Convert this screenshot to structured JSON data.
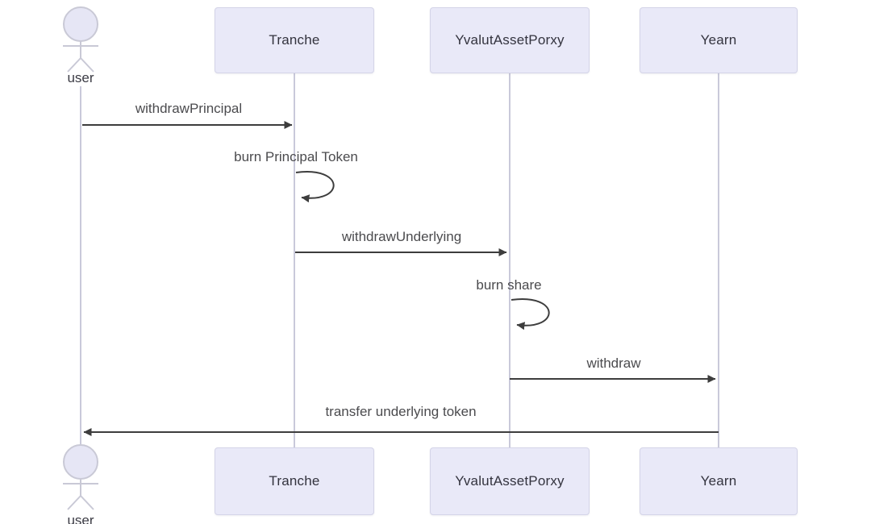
{
  "diagram": {
    "type": "sequence-diagram",
    "description": "Mermaid-style sequence diagram of a principal token withdrawal flow"
  },
  "actors": {
    "user": {
      "label": "user",
      "kind": "actor"
    },
    "tranche": {
      "label": "Tranche",
      "kind": "participant"
    },
    "proxy": {
      "label": "YvalutAssetPorxy",
      "kind": "participant"
    },
    "yearn": {
      "label": "Yearn",
      "kind": "participant"
    }
  },
  "messages": [
    {
      "from": "user",
      "to": "Tranche",
      "label": "withdrawPrincipal",
      "kind": "solid-arrow"
    },
    {
      "from": "Tranche",
      "to": "Tranche",
      "label": "burn Principal Token",
      "kind": "self-loop"
    },
    {
      "from": "Tranche",
      "to": "YvalutAssetPorxy",
      "label": "withdrawUnderlying",
      "kind": "solid-arrow"
    },
    {
      "from": "YvalutAssetPorxy",
      "to": "YvalutAssetPorxy",
      "label": "burn share",
      "kind": "self-loop"
    },
    {
      "from": "YvalutAssetPorxy",
      "to": "Yearn",
      "label": "withdraw",
      "kind": "solid-arrow"
    },
    {
      "from": "Yearn",
      "to": "user",
      "label": "transfer underlying token",
      "kind": "solid-arrow"
    }
  ],
  "colors": {
    "participant_fill": "#e9e9f8",
    "participant_border": "#d4d4e8",
    "lifeline": "#c9c9da",
    "actor_line": "#c9c9d6",
    "actor_head_fill": "#e6e6f5",
    "arrow": "#3d3d3d",
    "text": "#3b3b44",
    "background": "#ffffff"
  }
}
